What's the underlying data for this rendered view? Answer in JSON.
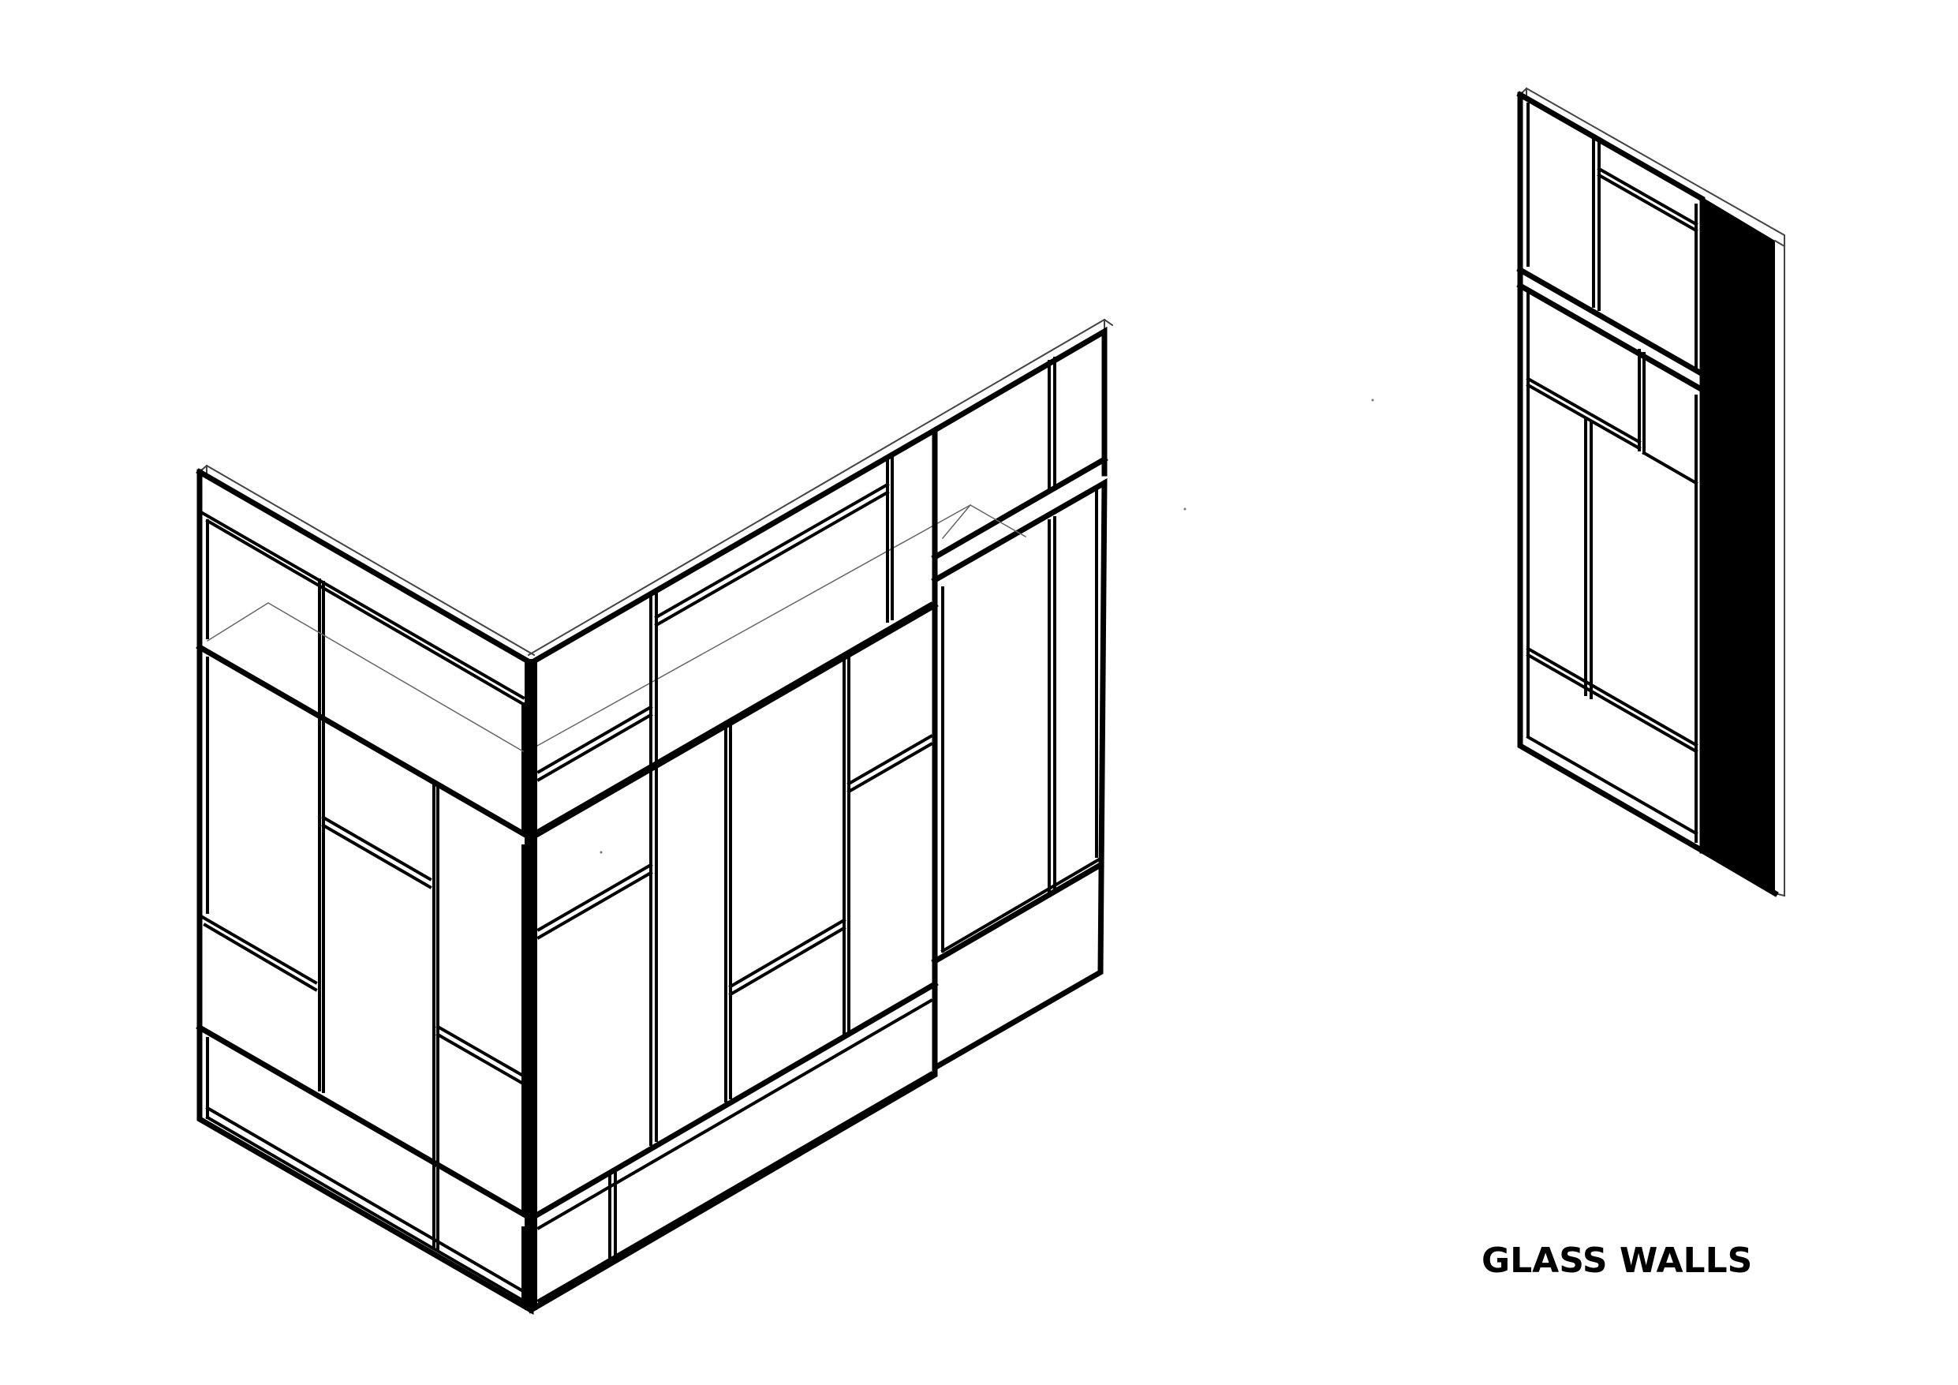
{
  "figure": {
    "caption": "GLASS WALLS",
    "ink_color": "#000000",
    "thin_line_color": "#555555",
    "background": "#ffffff"
  },
  "drawings": [
    {
      "name": "corner-glass-wall-assembly"
    },
    {
      "name": "single-glass-wall-panel"
    }
  ]
}
